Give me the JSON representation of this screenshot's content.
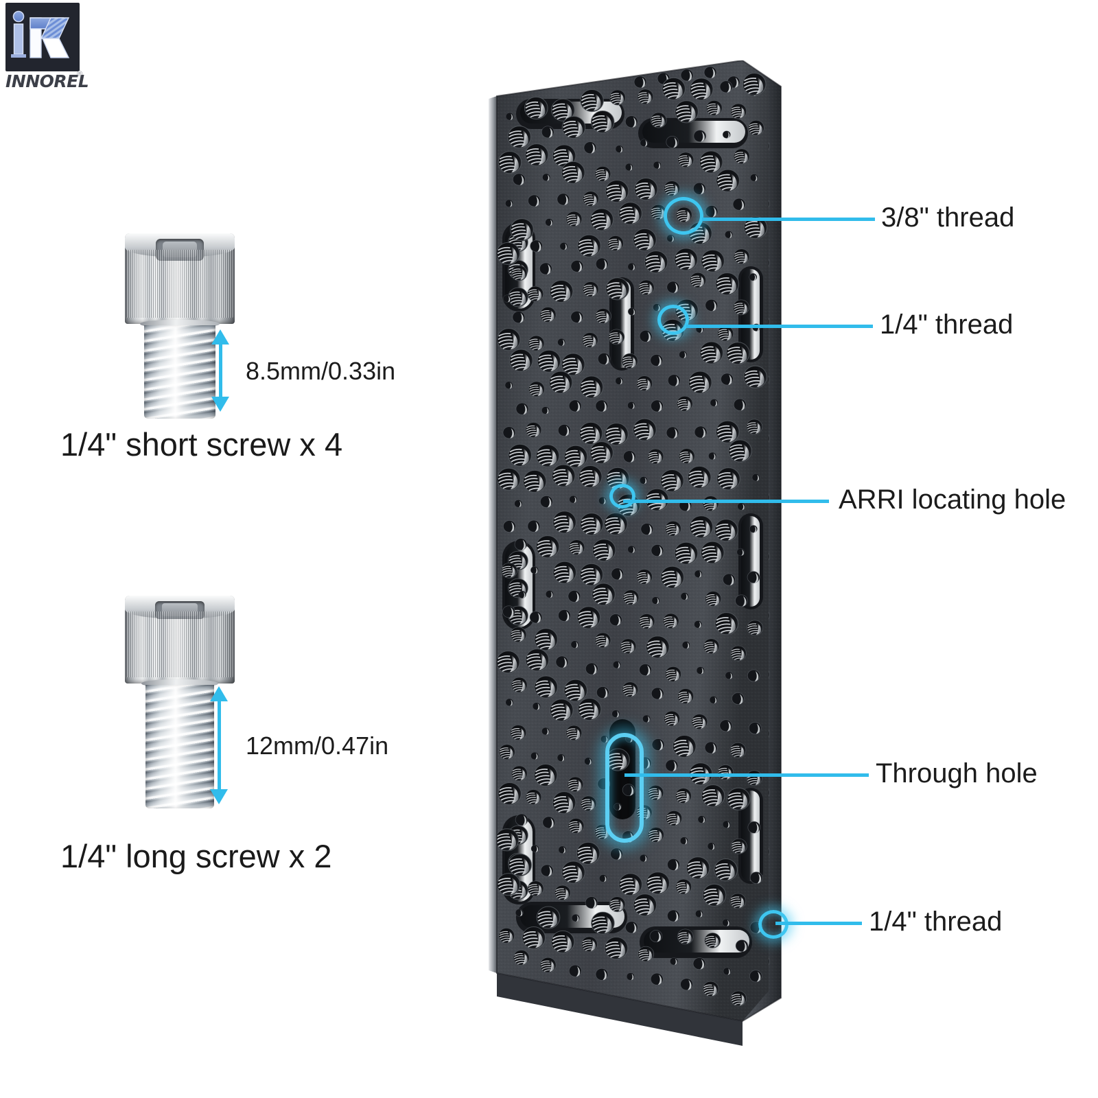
{
  "brand": {
    "name": "INNOREL",
    "monogram": "iR",
    "registered_mark": "®",
    "mark_bg": "#22252e",
    "mark_blue": "#6d8ed6"
  },
  "accent_color": "#31BCEB",
  "product": {
    "name": "cheese-plate",
    "body_color": "#3a3d42"
  },
  "screws": [
    {
      "id": "short-screw",
      "caption": "1/4\" short screw x 4",
      "dimension": "8.5mm/0.33in",
      "thread_length_mm": 8.5,
      "thread_length_in": 0.33,
      "quantity": 4
    },
    {
      "id": "long-screw",
      "caption": "1/4\" long screw x 2",
      "dimension": "12mm/0.47in",
      "thread_length_mm": 12,
      "thread_length_in": 0.47,
      "quantity": 2
    }
  ],
  "callouts": [
    {
      "id": "callout-38-thread",
      "label": "3/8\" thread",
      "marker": "ring"
    },
    {
      "id": "callout-14-thread-top",
      "label": "1/4\" thread",
      "marker": "ring"
    },
    {
      "id": "callout-arri-hole",
      "label": "ARRI locating hole",
      "marker": "ring"
    },
    {
      "id": "callout-through-hole",
      "label": "Through hole",
      "marker": "slot"
    },
    {
      "id": "callout-14-thread-bottom",
      "label": "1/4\" thread",
      "marker": "ring"
    }
  ]
}
